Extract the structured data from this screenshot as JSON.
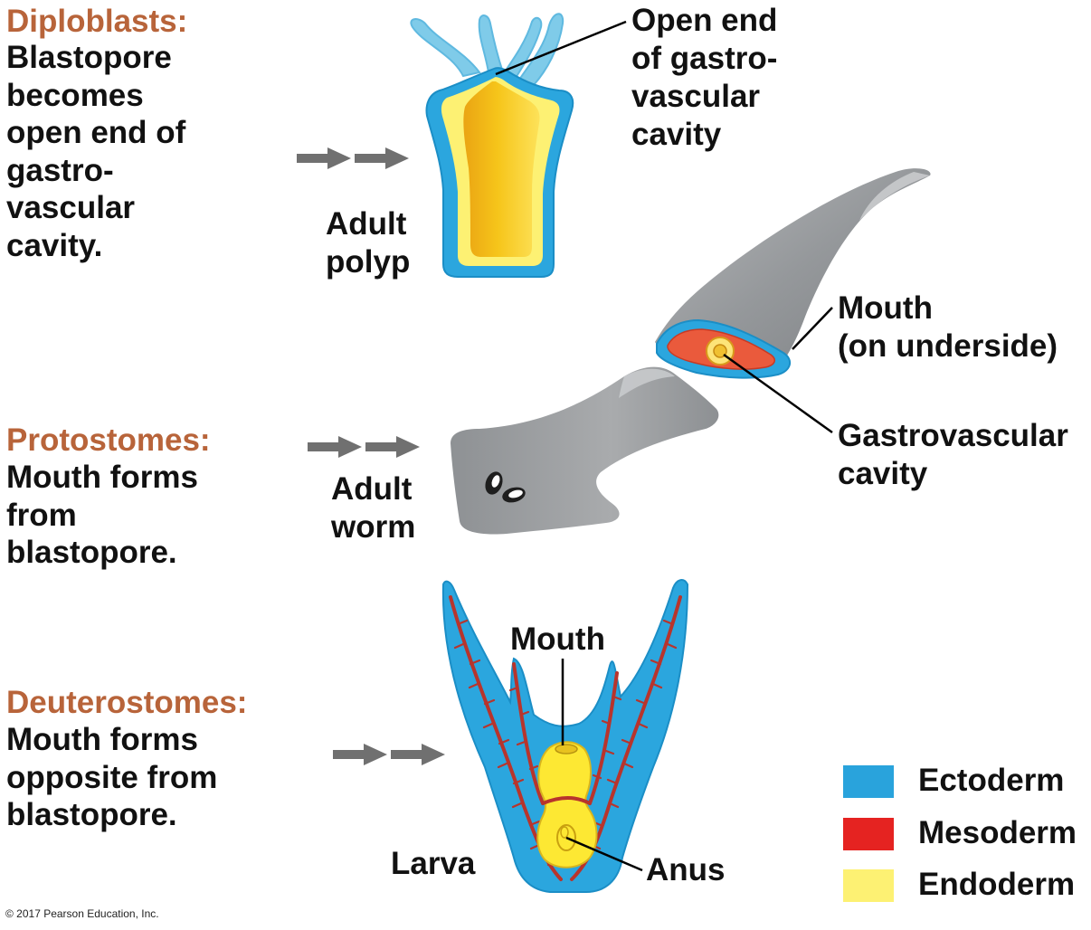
{
  "sections": [
    {
      "heading": "Diploblasts:",
      "lines": [
        "Blastopore",
        "becomes",
        "open end of",
        "gastro-",
        "vascular",
        "cavity."
      ]
    },
    {
      "heading": "Protostomes:",
      "lines": [
        "Mouth forms",
        "from",
        "blastopore."
      ]
    },
    {
      "heading": "Deuterostomes:",
      "lines": [
        "Mouth forms",
        "opposite from",
        "blastopore."
      ]
    }
  ],
  "labels": {
    "polyp": [
      "Adult",
      "polyp"
    ],
    "open_end": [
      "Open end",
      "of gastro-",
      "vascular",
      "cavity"
    ],
    "worm": [
      "Adult",
      "worm"
    ],
    "worm_mouth": [
      "Mouth",
      "(on underside)"
    ],
    "gastrovascular": [
      "Gastrovascular",
      "cavity"
    ],
    "larva": "Larva",
    "larva_mouth": "Mouth",
    "anus": "Anus"
  },
  "legend": [
    {
      "label": "Ectoderm",
      "color": "#29a3dc"
    },
    {
      "label": "Mesoderm",
      "color": "#e52321"
    },
    {
      "label": "Endoderm",
      "color": "#fdf173"
    }
  ],
  "copyright": "© 2017 Pearson Education, Inc."
}
